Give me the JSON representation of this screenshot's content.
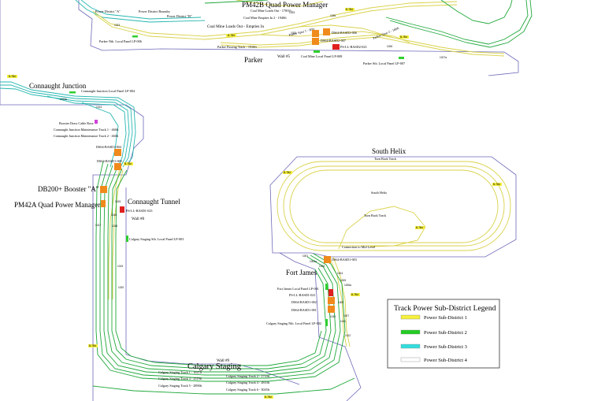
{
  "titles": {
    "pm42b": "PM42B Quad Power Manager",
    "parker": "Parker",
    "connaught_junction": "Connaught Junction",
    "db200": "DB200+ Booster \"A\"",
    "pm42a": "PM42A Quad Power Manager",
    "connaught_tunnel": "Connaught Tunnel",
    "south_helix": "South Helix",
    "fort_james": "Fort James",
    "calgary_staging": "Calgary Staging"
  },
  "labels": {
    "pd_a": "Power District \"A\"",
    "pd_boundry": "Power District Boundry",
    "pd_b": "Power District \"B\"",
    "coal_out": "Coal Mine Loads Out - 170Oft",
    "coal_empties": "Coal Mine Empties In 2 - 1940ft",
    "coal_loads_out_in": "Coal Mine Loads Out - Empties In",
    "parker_spur1": "Parker Spur 1 - 90ft",
    "parker_spur2": "Parker Spur 2 - 180ft",
    "parker_nth_panel": "Parker Nth. Local Panel LP-006",
    "parker_passing": "Parker Passing Track - 1910ft",
    "wall5": "Wall #5",
    "coal_panel": "Coal Mine Local Panel LP-008",
    "parker_sth_panel": "Parker Sth. Local Panel LP-007",
    "ds_p1": "DS64-BASD2-006",
    "ds_p2": "DS64-BASD2-007",
    "ds_p3": "PS-LL-BASD2-023",
    "cj_panel": "Connaught Junction Local Panel LP-004",
    "booster_rose": "Booster Draw Cable Rose",
    "cj_maint1": "Connaught Junction Maintenance Track 1 - 460ft",
    "cj_maint2": "Connaught Junction Maintenance Track 2 - 460ft",
    "ds_t1": "DS64-BASD1-004",
    "ds_t2": "DS64-BASD1-005",
    "ps_tunnel": "PS-LL-BASD1-023",
    "wall8": "Wall #8",
    "calgary_sth_panel": "Calgary Staging Sth. Local Panel LP-003",
    "turn_back_track": "Turn Back Track",
    "turn_back_inner": "Turn Back Track",
    "helix_inner": "South Helix",
    "connection_mid": "Connection to Mid Level",
    "ds_helix": "DS64-BASD1-003",
    "fj_panel": "Fort James Local Panel LP-001",
    "ps_fj": "PS-LL-BASD1-021",
    "ds_fj1": "DS64-BASD1-002",
    "ds_fj2": "DS64-BASD1-001",
    "calgary_nth_panel": "Calgary Staging Nth. Local Panel LP-002",
    "wall9": "Wall #9",
    "cs1": "Calgary Staging Track 1 - 1621ft",
    "cs2": "Calgary Staging Track 2 - 1733ft",
    "cs3": "Calgary Staging Track 3 - 2519ft",
    "cs4": "Calgary Staging Track 4 - 2810ft",
    "cs5": "Calgary Staging Track 5 - 2890ft",
    "cs6": "Calgary Staging Track 6 - 3045ft"
  },
  "switches": {
    "s1033": "1033",
    "s1036": "1036",
    "s1023": "1023",
    "s1025": "1025",
    "s1026": "1026",
    "s1027": "1027a",
    "s1013": "1013a",
    "s1014": "1014",
    "s1015": "1015",
    "s1016": "1016",
    "s1017": "1017",
    "s1018": "1018",
    "s1019": "1019",
    "s1020": "1020",
    "s1001": "1001",
    "s1002": "1002a",
    "s1003": "1003",
    "s1004": "1004",
    "s1005": "1005",
    "s1006": "1006a",
    "s1007": "1007",
    "s1008": "1008",
    "s1009": "1009",
    "s1010": "1010",
    "s1011": "1011",
    "s1012": "1012"
  },
  "tags": {
    "blk1": "B-7Bd",
    "blk2": "B-7Bd",
    "blk3": "B-7Bd",
    "blk4": "B-7Bd",
    "blk5": "B-7Bd",
    "blk6": "B-7Bd",
    "blk7": "B-7Bd",
    "blk8": "B-7Bd",
    "blk9": "B-7Bd",
    "blk10": "B-7Bd",
    "blk11": "B-7Bd"
  },
  "legend": {
    "title": "Track Power Sub-District Legend",
    "items": [
      {
        "label": "Power Sub-District 1",
        "color": "#f5f03c"
      },
      {
        "label": "Power Sub-District 2",
        "color": "#22cc22"
      },
      {
        "label": "Power Sub-District 3",
        "color": "#33dddd"
      },
      {
        "label": "Power Sub-District 4",
        "color": "#ffffff"
      }
    ]
  },
  "colors": {
    "district1": "#d9d24a",
    "district2": "#1fa83a",
    "district3": "#26b7b0",
    "boundary": "#6e6ab8",
    "device": "#f08a1c",
    "ps": "#e0201f",
    "booster_rose": "#d040d8",
    "panel": "#2fcf2f"
  }
}
